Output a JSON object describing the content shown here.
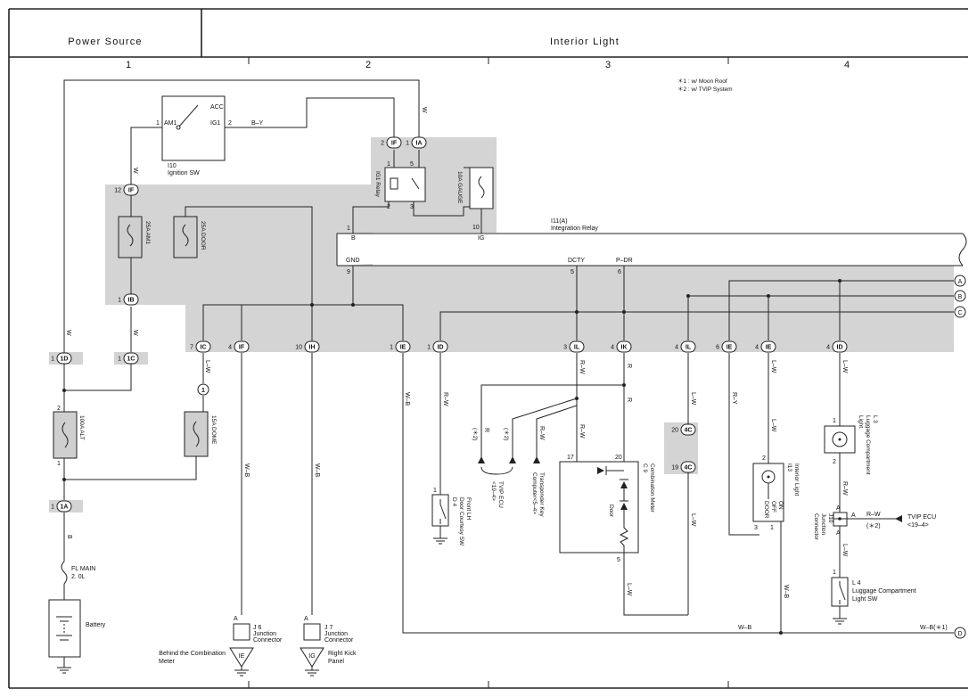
{
  "header": {
    "power_source": "Power Source",
    "interior_light": "Interior Light",
    "col1": "1",
    "col2": "2",
    "col3": "3",
    "col4": "4"
  },
  "notes": {
    "note1": "＊1 : w/ Moon Roof",
    "note2": "＊2 : w/ TVIP System"
  },
  "components": {
    "ignition_sw": {
      "code": "I10",
      "name": "Ignition SW",
      "am1": "AM1",
      "acc": "ACC",
      "ig1": "IG1",
      "pin1": "1",
      "pin2": "2"
    },
    "ig1_relay": {
      "name": "IG1 Relay",
      "pin1": "1",
      "pin2": "2",
      "pin3": "3",
      "pin5": "5"
    },
    "gauge_fuse": {
      "name": "10A GAUGE",
      "pin10": "10",
      "ig": "IG"
    },
    "am1_fuse": {
      "name": "25A AM1"
    },
    "door_fuse": {
      "name": "25A DOOR"
    },
    "alt_fuse": {
      "name": "100A ALT",
      "pin2": "2",
      "pin1": "1"
    },
    "dome_fuse": {
      "name": "15A DOME"
    },
    "fl_main": {
      "name": "FL MAIN",
      "spec": "2. 0L"
    },
    "battery": {
      "name": "Battery"
    },
    "integration_relay": {
      "code": "I11(A)",
      "name": "Integration Relay",
      "b": "B",
      "gnd": "GND",
      "dcty": "DCTY",
      "pdr": "P–DR",
      "pin1": "1",
      "pin9": "9",
      "pin5": "5",
      "pin6": "6"
    },
    "door_courtesy": {
      "code": "D 4",
      "line1": "Door Courtesy SW",
      "line2": "Front LH",
      "pin1": "1"
    },
    "tvip_ecu_left": {
      "line1": "TVIP ECU",
      "line2": "<19–4>",
      "ref1": "(＊2)",
      "ref2": "(＊2)"
    },
    "transponder": {
      "line1": "Transponder Key",
      "line2": "Computer<5–4>"
    },
    "combination_meter": {
      "code": "C 9",
      "name": "Combination Meter",
      "door": "Door",
      "pin17": "17",
      "pin20": "20",
      "pin5": "5"
    },
    "interior_light": {
      "code": "I13",
      "name": "Interior Light",
      "on": "ON",
      "off": "OFF",
      "door": "DOOR",
      "pin2": "2",
      "pin3": "3",
      "pin1": "1"
    },
    "luggage_light": {
      "code": "L 3",
      "line1": "Luggage Compartment",
      "line2": "Light",
      "pin1": "1",
      "pin2": "2"
    },
    "j10": {
      "code": "J10",
      "line1": "Junction",
      "line2": "Connector",
      "a1": "A",
      "a2": "A",
      "a3": "A"
    },
    "tvip_ecu_right": {
      "line1": "TVIP ECU",
      "line2": "<19–4>",
      "wire": "R–W",
      "ref": "(＊2)"
    },
    "luggage_sw": {
      "code": "L 4",
      "line1": "Luggage Compartment",
      "line2": "Light SW",
      "pin1": "1"
    },
    "j6": {
      "code": "J 6",
      "line1": "Junction",
      "line2": "Connector",
      "pin": "A"
    },
    "j7": {
      "code": "J 7",
      "line1": "Junction",
      "line2": "Connector",
      "pin": "A"
    },
    "ground_ie": {
      "tag": "IE",
      "line1": "Behind the Combination",
      "line2": "Meter"
    },
    "ground_ig": {
      "tag": "IG",
      "line1": "Right Kick",
      "line2": "Panel"
    }
  },
  "connectors": {
    "p_2IF": {
      "num": "2",
      "tag": "IF"
    },
    "p_1IA": {
      "num": "1",
      "tag": "IA"
    },
    "p_12IF": {
      "num": "12",
      "tag": "IF"
    },
    "p_1IB": {
      "num": "1",
      "tag": "IB"
    },
    "p_1ID_left": {
      "num": "1",
      "tag": "1D"
    },
    "p_1IC_left": {
      "num": "1",
      "tag": "1C"
    },
    "p_1IA_bottom": {
      "num": "1",
      "tag": "1A"
    },
    "p_7IC": {
      "num": "7",
      "tag": "IC"
    },
    "p_4IF": {
      "num": "4",
      "tag": "IF"
    },
    "p_10IH": {
      "num": "10",
      "tag": "IH"
    },
    "p_1IE": {
      "num": "1",
      "tag": "IE"
    },
    "p_1ID": {
      "num": "1",
      "tag": "ID"
    },
    "p_3IL": {
      "num": "3",
      "tag": "IL"
    },
    "p_4IK": {
      "num": "4",
      "tag": "IK"
    },
    "p_4IL": {
      "num": "4",
      "tag": "IL"
    },
    "p_6IE": {
      "num": "6",
      "tag": "IE"
    },
    "p_4IE": {
      "num": "4",
      "tag": "IE"
    },
    "p_4ID": {
      "num": "4",
      "tag": "ID"
    },
    "p_20_4C": {
      "num": "20",
      "tag": "4C"
    },
    "p_19_4C": {
      "num": "19",
      "tag": "4C"
    },
    "p_circle1": {
      "tag": "1"
    }
  },
  "wires": {
    "w1": "W",
    "w2": "W",
    "w3": "W",
    "w4": "W",
    "by": "B–Y",
    "b1": "B",
    "lw1": "L–W",
    "wb1": "W–B",
    "wb2": "W–B",
    "wb3": "W–B",
    "rw1": "R–W",
    "rw2": "R–W",
    "r1": "R",
    "r2": "R",
    "rw3": "R–W",
    "r_tvip1": "R",
    "r_tvip2": "R–W",
    "lw2": "L–W",
    "lw3": "L–W",
    "lw4": "L–W",
    "ry": "R–Y",
    "lw5": "L–W",
    "lw6": "L–W",
    "wb4": "W–B",
    "lw7": "L–W",
    "rw4": "R–W",
    "rw5": "R–W",
    "lw8": "L–W",
    "wb_bottom": "W–B",
    "wb_d": "W–B(＊1)"
  },
  "bus_labels": {
    "a": "A",
    "b": "B",
    "c": "C",
    "d": "D"
  }
}
